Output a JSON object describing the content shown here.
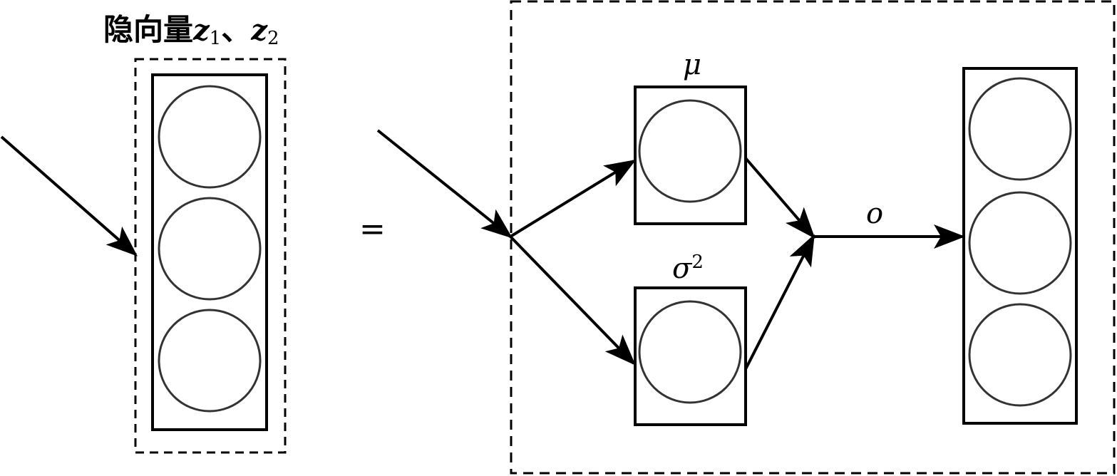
{
  "title": {
    "chinese": "隐向量",
    "var1": "z",
    "sub1": "1",
    "sep": "、",
    "var2": "z",
    "sub2": "2"
  },
  "equals": "=",
  "labels": {
    "mu": "μ",
    "sigma": "σ",
    "sigma_sup": "2",
    "o": "o"
  },
  "colors": {
    "stroke": "#000000",
    "circle": "#333333"
  }
}
